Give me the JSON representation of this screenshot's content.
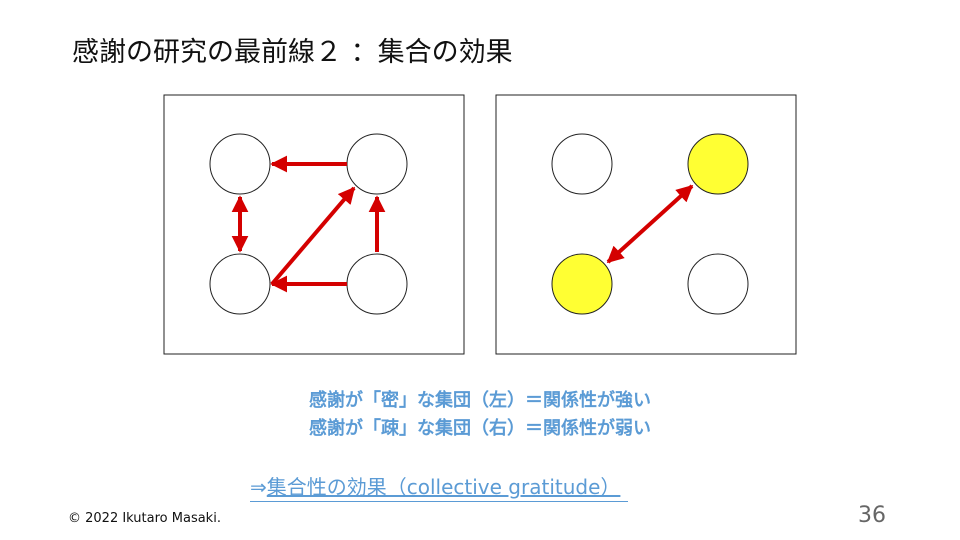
{
  "slide": {
    "title": "感謝の研究の最前線２ ：集合の効果",
    "caption_dense": "感謝が「密」な集団（左）＝関係性が強い",
    "caption_sparse": "感謝が「疎」な集団（右）＝関係性が弱い",
    "conclusion_arrow": "⇒",
    "conclusion_text": "集合性の効果（collective gratitude）",
    "copyright": "© 2022 Ikutaro Masaki.",
    "page_number": "36"
  },
  "colors": {
    "arrow": "#d40000",
    "highlight_fill": "#ffff33",
    "caption": "#5b9bd5"
  }
}
